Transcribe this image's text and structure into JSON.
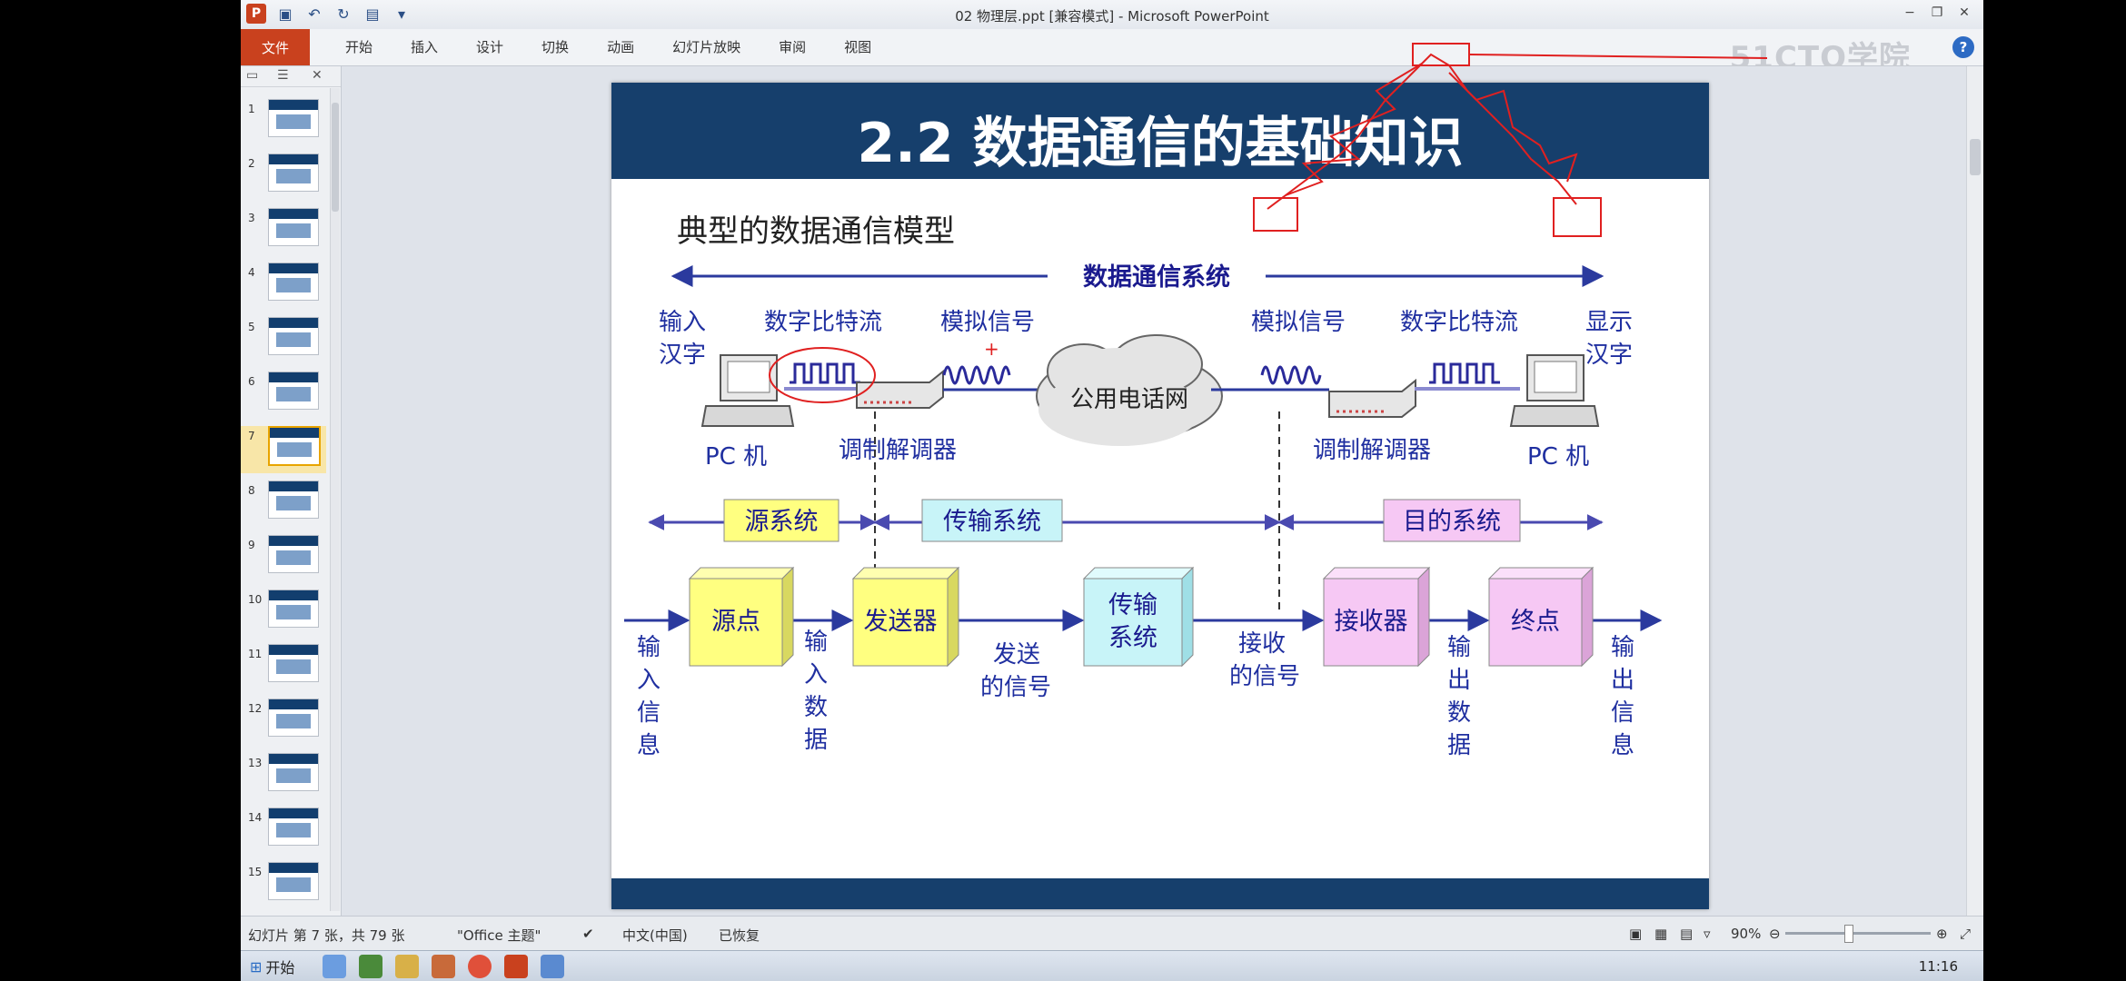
{
  "window": {
    "title": "02 物理层.ppt [兼容模式] - Microsoft PowerPoint",
    "watermark": "51CTO学院"
  },
  "ribbon": {
    "file_tab": "文件",
    "tabs": [
      "开始",
      "插入",
      "设计",
      "切换",
      "动画",
      "幻灯片放映",
      "审阅",
      "视图"
    ]
  },
  "thumbnails": [
    {
      "num": "1"
    },
    {
      "num": "2"
    },
    {
      "num": "3"
    },
    {
      "num": "4"
    },
    {
      "num": "5"
    },
    {
      "num": "6"
    },
    {
      "num": "7",
      "selected": true
    },
    {
      "num": "8"
    },
    {
      "num": "9"
    },
    {
      "num": "10"
    },
    {
      "num": "11"
    },
    {
      "num": "12"
    },
    {
      "num": "13"
    },
    {
      "num": "14"
    },
    {
      "num": "15"
    }
  ],
  "slide": {
    "title": "2.2 数据通信的基础知识",
    "subtitle": "典型的数据通信模型",
    "system_label": "数据通信系统",
    "top": {
      "input_chars": [
        "输入",
        "汉字"
      ],
      "display_chars": [
        "显示",
        "汉字"
      ],
      "digital_left": "数字比特流",
      "analog_left": "模拟信号",
      "analog_right": "模拟信号",
      "digital_right": "数字比特流",
      "cloud": "公用电话网",
      "pc_left": "PC 机",
      "pc_right": "PC 机",
      "modem_left": "调制解调器",
      "modem_right": "调制解调器"
    },
    "subsystems": [
      "源系统",
      "传输系统",
      "目的系统"
    ],
    "chain": {
      "source": "源点",
      "transmitter": "发送器",
      "transmission": [
        "传输",
        "系统"
      ],
      "receiver": "接收器",
      "destination": "终点",
      "input_info": [
        "输",
        "入",
        "信",
        "息"
      ],
      "input_data": [
        "输",
        "入",
        "数",
        "据"
      ],
      "sent_signal": [
        "发送",
        "的信号"
      ],
      "recv_signal": [
        "接收",
        "的信号"
      ],
      "output_data": [
        "输",
        "出",
        "数",
        "据"
      ],
      "output_info": [
        "输",
        "出",
        "信",
        "息"
      ]
    },
    "colors": {
      "band": "#163f6c",
      "label": "#1f2fa0",
      "yellow": "#ffff80",
      "cyan": "#c8f4f8",
      "pink": "#f6c8f4"
    }
  },
  "status": {
    "slide_info": "幻灯片 第 7 张，共 79 张",
    "theme": "\"Office 主题\"",
    "language": "中文(中国)",
    "recovered": "已恢复",
    "zoom": "90%"
  },
  "taskbar": {
    "start": "开始",
    "clock": "11:16"
  }
}
